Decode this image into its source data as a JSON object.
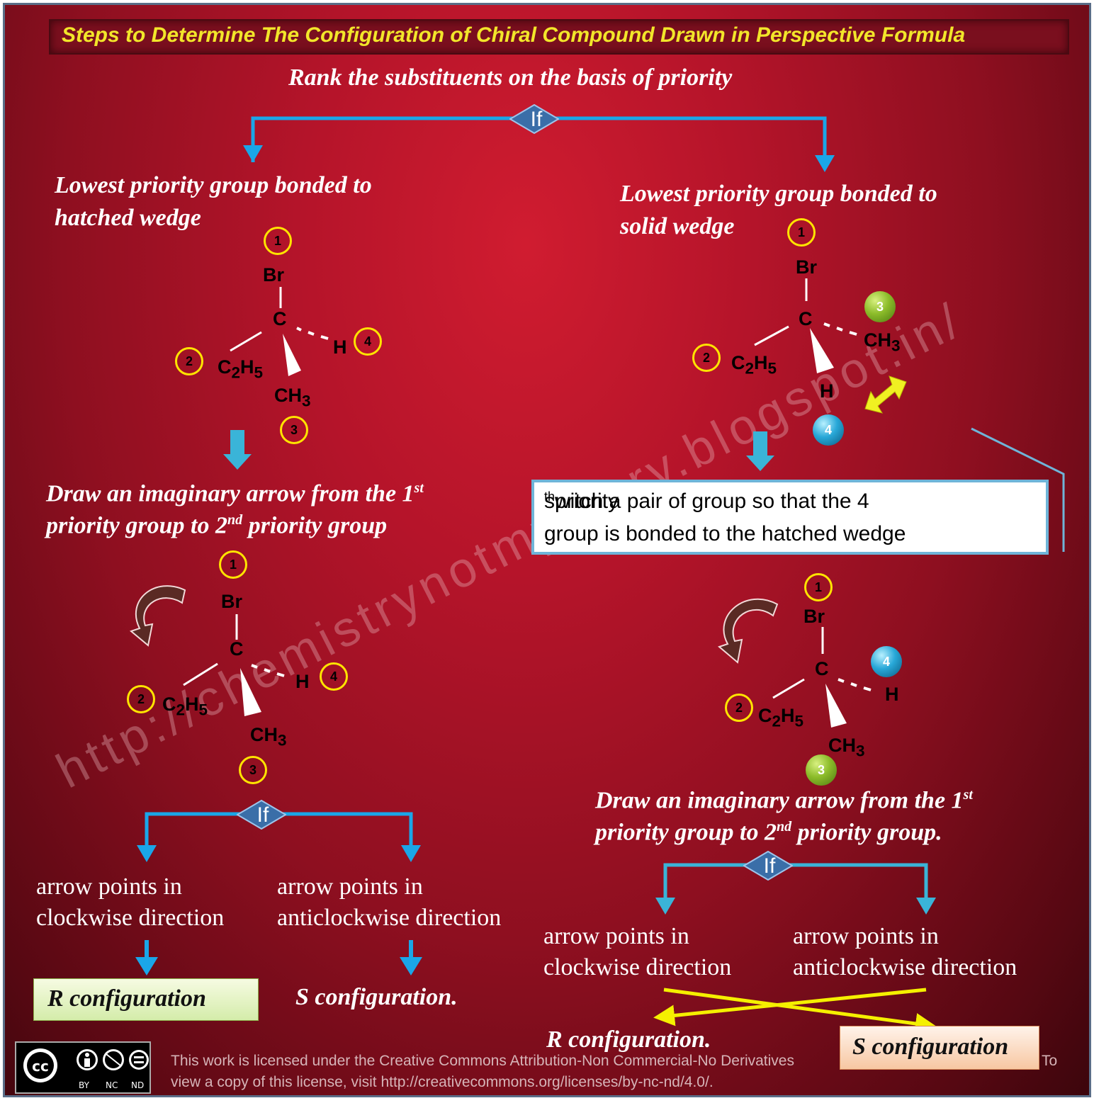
{
  "title": "Steps to Determine The Configuration of Chiral Compound Drawn  in Perspective Formula",
  "rank_step": "Rank the substituents on the basis of priority",
  "decision_label": "If",
  "left_branch": {
    "heading_line1": "Lowest priority group bonded to",
    "heading_line2": "hatched wedge",
    "arrow_step_line1": "Draw an imaginary arrow from the 1",
    "arrow_step_sup1": "st",
    "arrow_step_line2a": "priority group to 2",
    "arrow_step_sup2": "nd",
    "arrow_step_line2b": " priority group",
    "clockwise_line1": "arrow points in",
    "clockwise_line2": "clockwise direction",
    "anticlockwise_line1": "arrow points in",
    "anticlockwise_line2": "anticlockwise direction",
    "result_clockwise": "R configuration",
    "result_anticlockwise": "S configuration."
  },
  "right_branch": {
    "heading_line1": "Lowest priority group bonded to",
    "heading_line2": "solid wedge",
    "switch_line1a": "switch a pair of group so that the 4",
    "switch_sup": "th",
    "switch_line1b": " priority",
    "switch_line2": "group is bonded to the hatched wedge",
    "arrow_step_line1": "Draw an imaginary arrow from the 1",
    "arrow_step_sup1": "st",
    "arrow_step_line2a": "priority group to 2",
    "arrow_step_sup2": "nd",
    "arrow_step_line2b": " priority group.",
    "clockwise_line1": "arrow points in",
    "clockwise_line2": "clockwise direction",
    "anticlockwise_line1": "arrow points in",
    "anticlockwise_line2": "anticlockwise direction",
    "result_clockwise": "R configuration.",
    "result_anticlockwise": "S configuration"
  },
  "molecule_labels": {
    "bromine": "Br",
    "carbon": "C",
    "hydrogen": "H",
    "ethyl_main": "C",
    "ethyl_sub": "2",
    "ethyl_h": "H",
    "ethyl_sub2": "5",
    "methyl_main": "CH",
    "methyl_sub": "3"
  },
  "priorities": {
    "p1": "1",
    "p2": "2",
    "p3": "3",
    "p4": "4"
  },
  "watermark": "http://chemistrynotmystery.blogspot.in/",
  "license_line1": "This work is licensed under the Creative Commons Attribution-Non Commercial-No Derivatives",
  "license_tail": "To",
  "license_line2": "view a copy of this license, visit http://creativecommons.org/licenses/by-nc-nd/4.0/.",
  "cc_badge": {
    "cc": "cc",
    "by": "BY",
    "nc": "NC",
    "nd": "ND"
  },
  "colors": {
    "title_text": "#f2e62a",
    "flow_arrow": "#1aa6e8",
    "priority_circle": "#ffe400",
    "decision_diamond": "#3a6ea8",
    "curved_arrow": "#5a2a24",
    "cross_arrows": "#f5f000"
  }
}
